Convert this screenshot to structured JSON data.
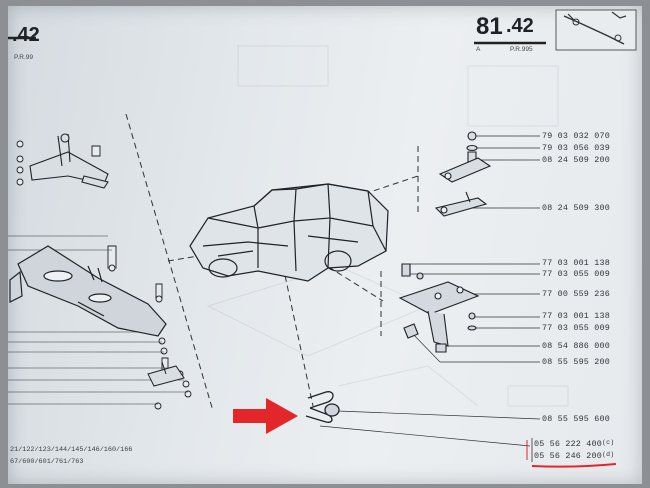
{
  "header": {
    "page_left": ".42",
    "page_left_sub": "P.R.99",
    "page_right": "81",
    "page_right_decimal": ".42",
    "page_right_ref": "P.R.995",
    "page_right_letter": "A"
  },
  "parts_right": [
    "79 03 032 070",
    "79 03 056 039",
    "08 24 509 200",
    "08 24 509 300",
    "77 03 001 138",
    "77 03 055 009",
    "77 00 559 236",
    "77 03 001 138",
    "77 03 055 009",
    "08 54 886 000",
    "08 55 595 200"
  ],
  "parts_bottom": {
    "part_1": "08 55 595 600",
    "part_2": "05 56 222 400",
    "part_2_side": "(c)",
    "part_3": "05 56 246 200",
    "part_3_side": "(d)"
  },
  "footer_left": {
    "line_1": "21/122/123/144/145/146/160/166",
    "line_2": "67/600/601/761/763"
  },
  "colors": {
    "highlight_arrow": "#e3262a",
    "underline": "#e3262a"
  }
}
